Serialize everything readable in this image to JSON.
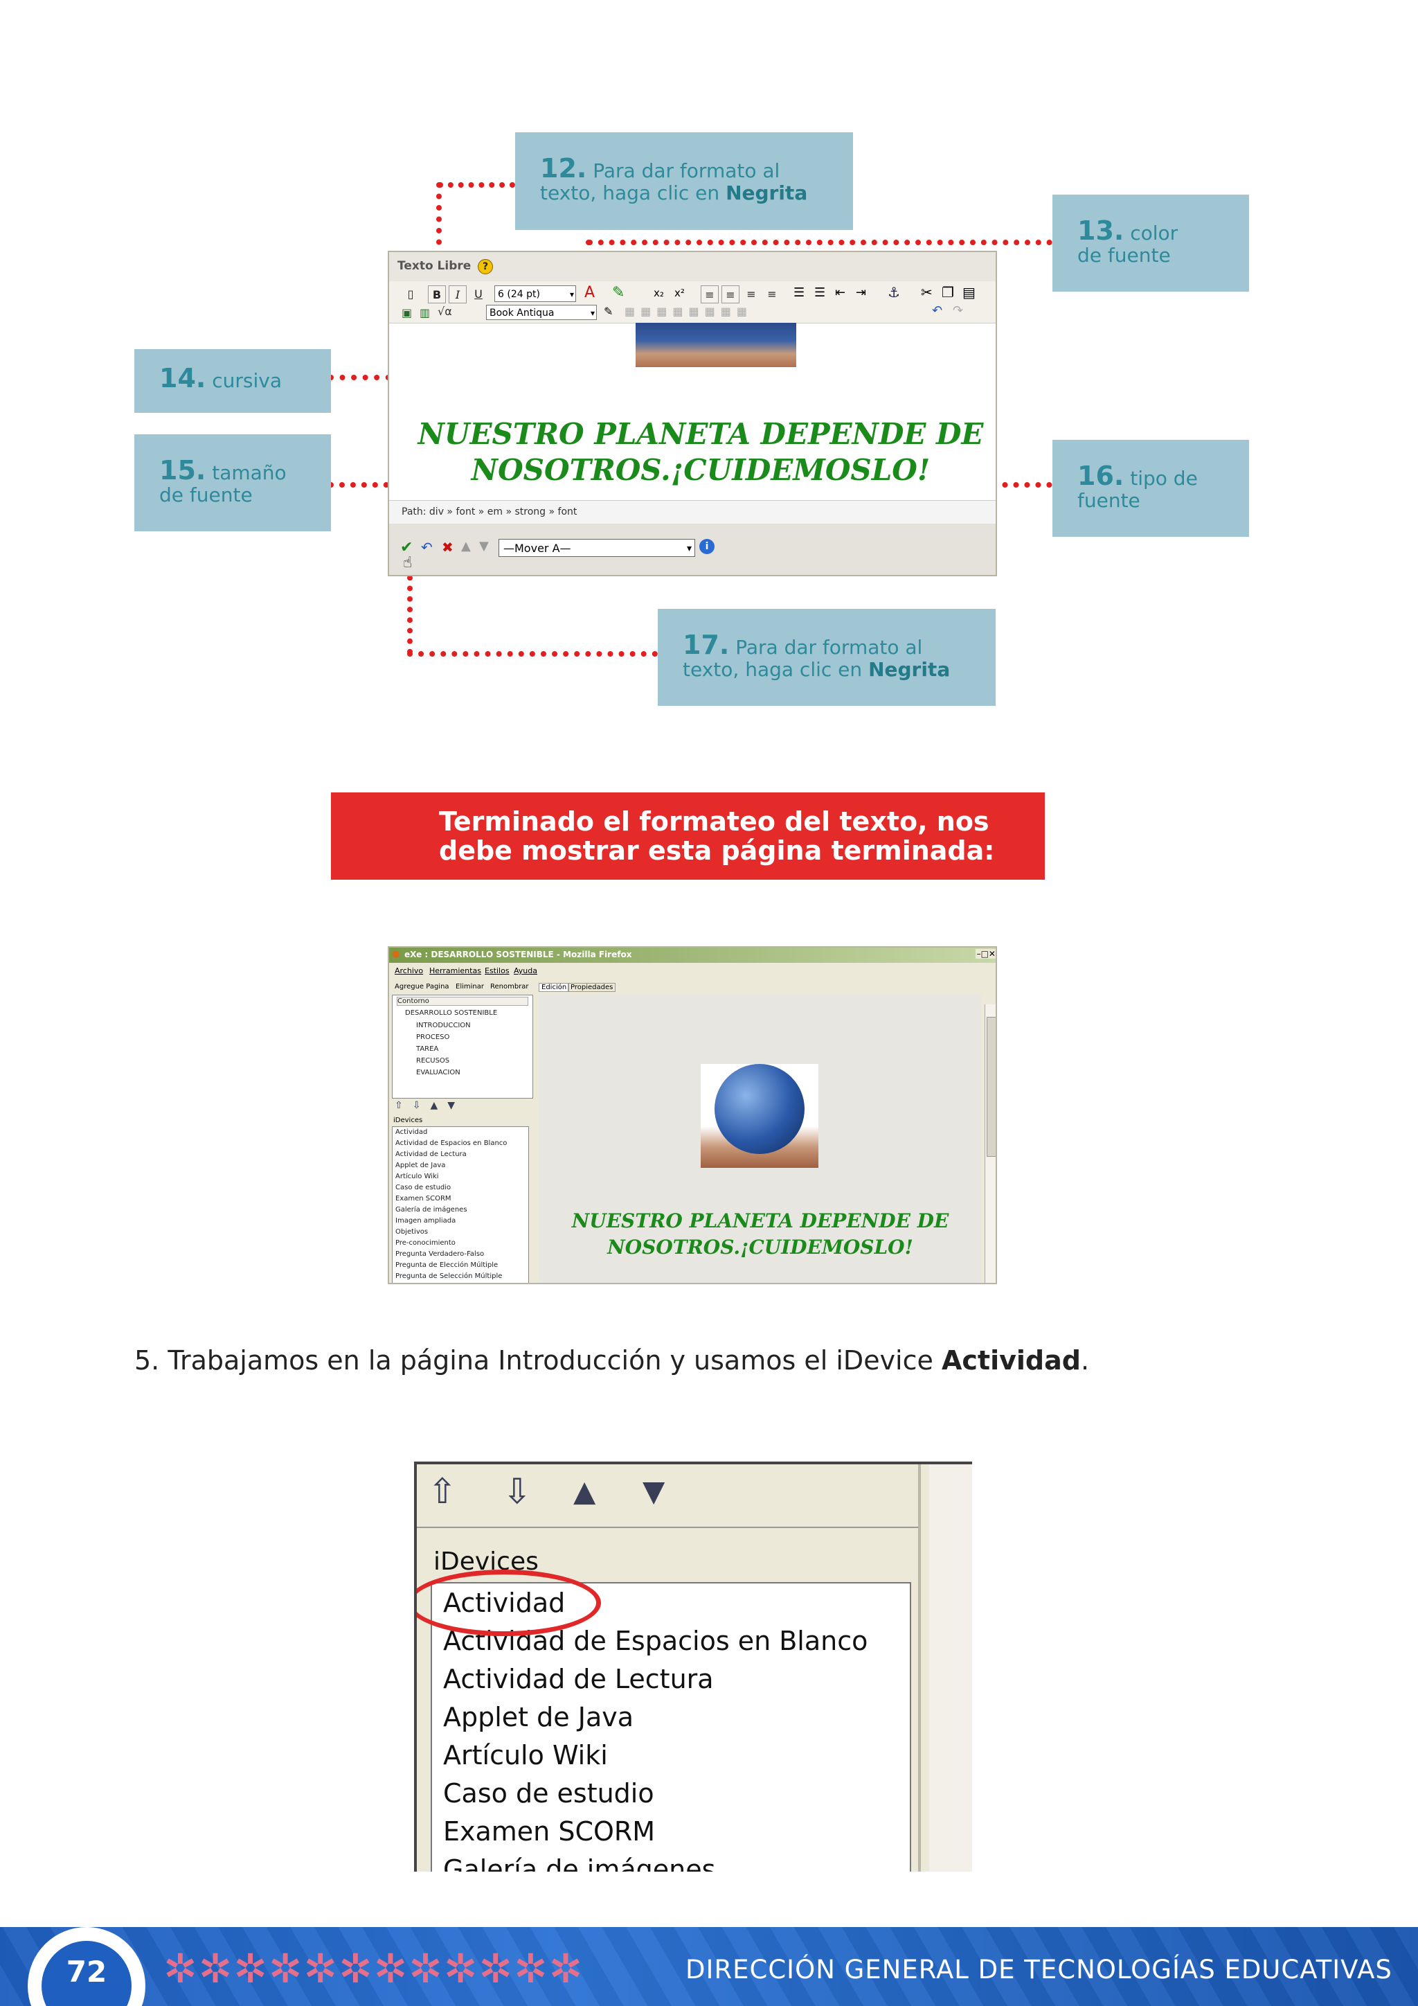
{
  "callouts": {
    "c12": {
      "num": "12.",
      "line1": "Para dar formato al",
      "line2_prefix": "texto, haga clic en ",
      "line2_bold": "Negrita"
    },
    "c13": {
      "num": "13.",
      "line1": "color",
      "line2": "de fuente"
    },
    "c14": {
      "num": "14.",
      "line1": "cursiva"
    },
    "c15": {
      "num": "15.",
      "line1": "tamaño",
      "line2": "de fuente"
    },
    "c16": {
      "num": "16.",
      "line1": "tipo de",
      "line2": "fuente"
    },
    "c17": {
      "num": "17.",
      "line1": "Para dar formato al",
      "line2_prefix": "texto, haga clic en ",
      "line2_bold": "Negrita"
    }
  },
  "editor": {
    "title": "Texto Libre",
    "help_icon": "?",
    "bold_btn": "B",
    "italic_btn": "I",
    "underline_btn": "U",
    "font_size_value": "6 (24 pt)",
    "font_family_value": "Book Antiqua",
    "content_line1": "NUESTRO PLANETA DEPENDE DE",
    "content_line2": "NOSOTROS.¡CUIDEMOSLO!",
    "path_text": "Path: div » font » em » strong » font",
    "move_select_value": "—Mover A—"
  },
  "banner": {
    "line1": "Terminado el formateo del texto, nos",
    "line2": "debe mostrar esta página terminada:"
  },
  "firefox": {
    "title": "eXe : DESARROLLO SOSTENIBLE - Mozilla Firefox",
    "menu": [
      "Archivo",
      "Herramientas",
      "Estilos",
      "Ayuda"
    ],
    "left_tabs": [
      "Agregue Pagina",
      "Eliminar",
      "Renombrar"
    ],
    "right_tabs": [
      "Edición",
      "Propiedades"
    ],
    "outline_header": "Contorno",
    "outline_root": "DESARROLLO SOSTENIBLE",
    "outline_items": [
      "INTRODUCCION",
      "PROCESO",
      "TAREA",
      "RECUSOS",
      "EVALUACION"
    ],
    "idevices_label": "iDevices",
    "idevices": [
      "Actividad",
      "Actividad de Espacios en Blanco",
      "Actividad de Lectura",
      "Applet de Java",
      "Artículo Wiki",
      "Caso de estudio",
      "Examen SCORM",
      "Galería de imágenes",
      "Imagen ampliada",
      "Objetivos",
      "Pre-conocimiento",
      "Pregunta Verdadero-Falso",
      "Pregunta de Elección Múltiple",
      "Pregunta de Selección Múltiple"
    ],
    "content_line1": "NUESTRO PLANETA DEPENDE DE",
    "content_line2": "NOSOTROS.¡CUIDEMOSLO!"
  },
  "step5": {
    "number": "5.",
    "text": "Trabajamos en la página Introducción y usamos el iDevice ",
    "bold": "Actividad",
    "end": "."
  },
  "zoom_panel": {
    "label": "iDevices",
    "items": [
      "Actividad",
      "Actividad de Espacios en Blanco",
      "Actividad de Lectura",
      "Applet de Java",
      "Artículo Wiki",
      "Caso de estudio",
      "Examen SCORM",
      "Galería de imágenes"
    ]
  },
  "footer": {
    "page_number": "72",
    "org": "DIRECCIÓN GENERAL DE TECNOLOGÍAS EDUCATIVAS"
  }
}
